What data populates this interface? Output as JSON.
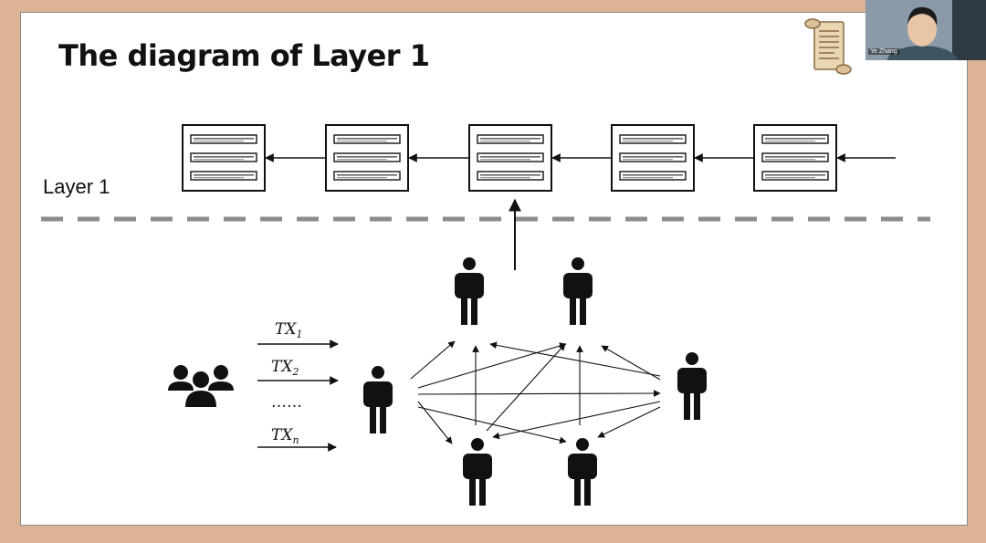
{
  "slide": {
    "title": "The diagram of Layer 1",
    "layer_label": "Layer 1",
    "blocks_count": 5,
    "tx_labels": [
      {
        "base": "TX",
        "sub": "1"
      },
      {
        "base": "TX",
        "sub": "2"
      },
      {
        "base": "……",
        "sub": ""
      },
      {
        "base": "TX",
        "sub": "n"
      }
    ]
  },
  "presenter": {
    "name": "Ye Zhang"
  },
  "icons": [
    "users-group-icon",
    "scroll-icon",
    "person-icon"
  ],
  "colors": {
    "background": "#dcb394",
    "dash": "#8c8c8c",
    "ink": "#111111"
  }
}
